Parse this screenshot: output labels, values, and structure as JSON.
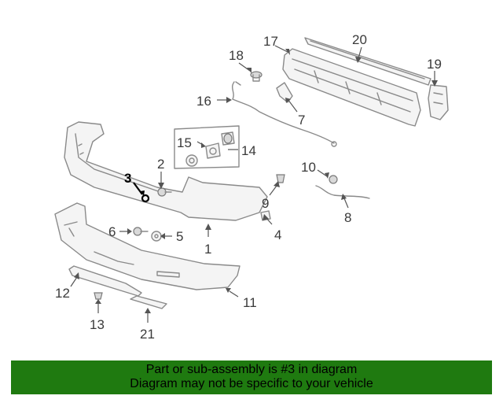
{
  "diagram": {
    "highlighted_part": "3",
    "callouts": [
      "1",
      "2",
      "3",
      "4",
      "5",
      "6",
      "7",
      "8",
      "9",
      "10",
      "11",
      "12",
      "13",
      "14",
      "15",
      "16",
      "17",
      "18",
      "19",
      "20",
      "21"
    ]
  },
  "banner": {
    "line1": "Part or sub-assembly is #3 in diagram",
    "line2": "Diagram may not be specific to your vehicle",
    "background": "#1f7a10"
  }
}
